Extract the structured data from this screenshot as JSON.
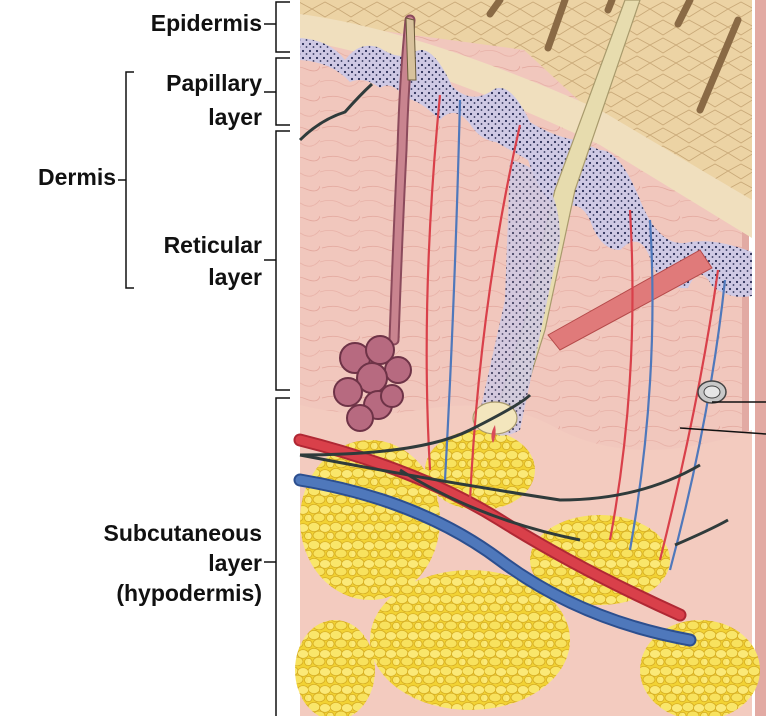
{
  "labels": {
    "epidermis": "Epidermis",
    "papillary_line1": "Papillary",
    "papillary_line2": "layer",
    "dermis": "Dermis",
    "reticular_line1": "Reticular",
    "reticular_line2": "layer",
    "subcutaneous_line1": "Subcutaneous",
    "subcutaneous_line2": "layer",
    "subcutaneous_line3": "(hypodermis)"
  },
  "colors": {
    "text": "#111111",
    "dermis": "#f1c7bd",
    "epidermis_surface": "#ead2a2",
    "stratum_basale": "#cfc9e4",
    "fat": "#f6dc3e",
    "artery": "#d9404a",
    "vein": "#4f78bb",
    "nerve": "#2f3b3b",
    "hair": "#e7dcae",
    "sweat_gland": "#b76a80"
  }
}
